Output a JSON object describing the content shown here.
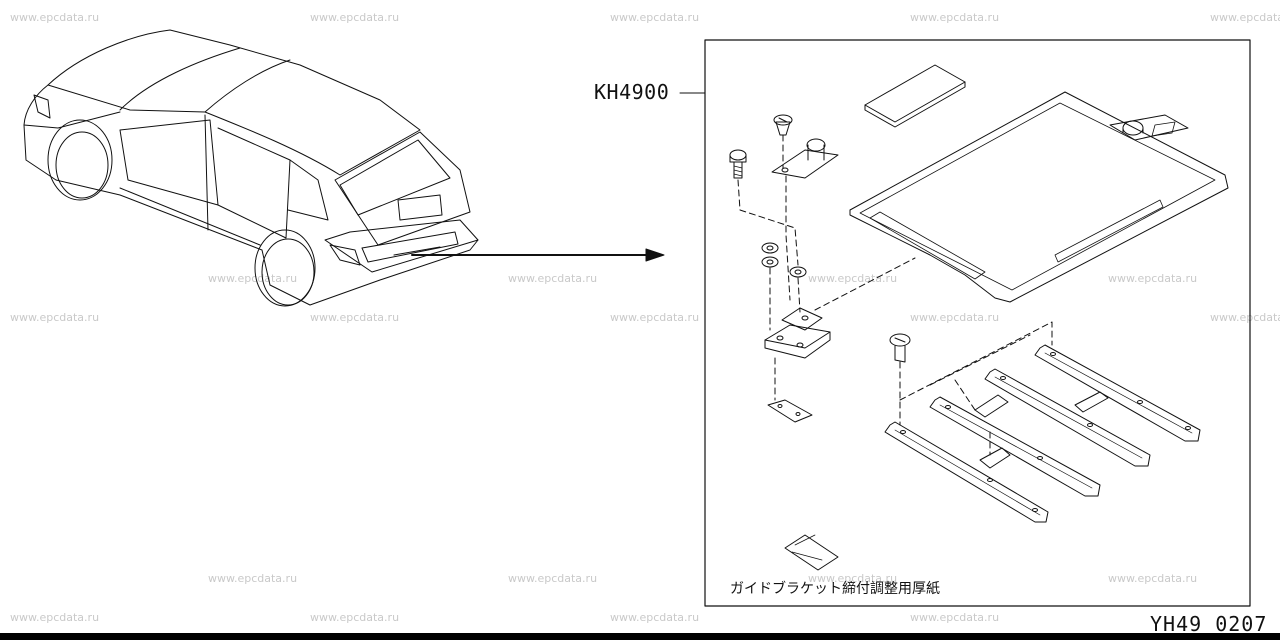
{
  "watermark": "www.epcdata.ru",
  "part_code": "KH4900",
  "caption": "ガイドブラケット締付調整用厚紙",
  "diagram_code": "YH49 0207"
}
